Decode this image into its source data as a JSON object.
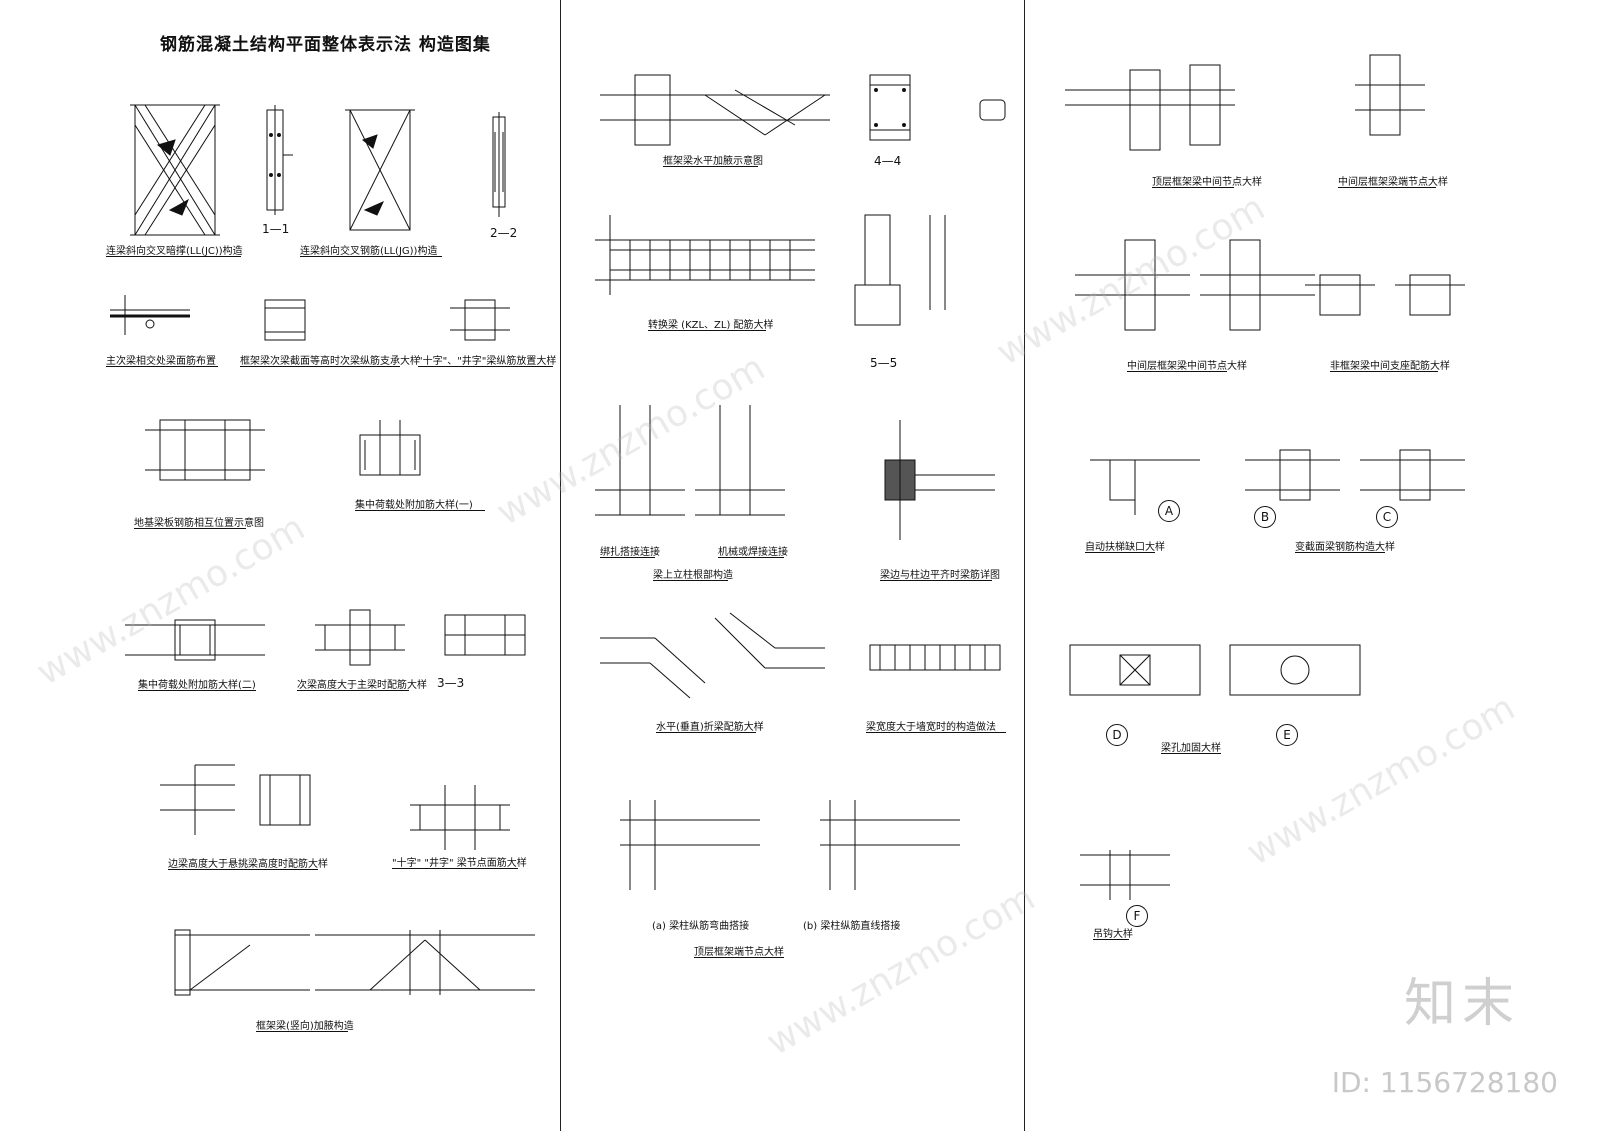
{
  "title": "钢筋混凝土结构平面整体表示法  构造图集",
  "captions": {
    "c1": "连梁斜向交叉暗撑(LL(JC))构造",
    "c2": "连梁斜向交叉钢筋(LL(JG))构造",
    "c3": "主次梁相交处梁面筋布置",
    "c4": "框架梁次梁截面等高时次梁纵筋支承大样",
    "c5": "\"十字\"、\"井字\"梁纵筋放置大样",
    "c6": "地基梁板钢筋相互位置示意图",
    "c7": "集中荷载处附加筋大样(一)",
    "c8": "集中荷载处附加筋大样(二)",
    "c9": "次梁高度大于主梁时配筋大样",
    "c10": "边梁高度大于悬挑梁高度时配筋大样",
    "c11": "\"十字\" \"井字\" 梁节点面筋大样",
    "c12": "框架梁(竖向)加腋构造",
    "c13": "框架梁水平加腋示意图",
    "c14": "转换梁 (KZL、ZL) 配筋大样",
    "c15": "绑扎搭接连接",
    "c16": "机械或焊接连接",
    "c17": "梁上立柱根部构造",
    "c18": "梁边与柱边平齐时梁筋详图",
    "c19": "水平(垂直)折梁配筋大样",
    "c20": "梁宽度大于墙宽时的构造做法",
    "c21": "(a) 梁柱纵筋弯曲搭接",
    "c22": "(b) 梁柱纵筋直线搭接",
    "c23": "顶层框架端节点大样",
    "c24": "顶层框架梁中间节点大样",
    "c25": "中间层框架梁端节点大样",
    "c26": "中间层框架梁中间节点大样",
    "c27": "非框架梁中间支座配筋大样",
    "c28": "自动扶梯缺口大样",
    "c29": "变截面梁钢筋构造大样",
    "c30": "梁孔加固大样",
    "c31": "吊钩大样"
  },
  "section_labels": {
    "s11": "1—1",
    "s22": "2—2",
    "s33": "3—3",
    "s44": "4—4",
    "s55": "5—5"
  },
  "detail_symbols": [
    "A",
    "B",
    "C",
    "D",
    "E",
    "F"
  ],
  "watermark": {
    "brand": "知末",
    "site": "www.znzmo.com",
    "id_label": "ID: 1156728180"
  }
}
